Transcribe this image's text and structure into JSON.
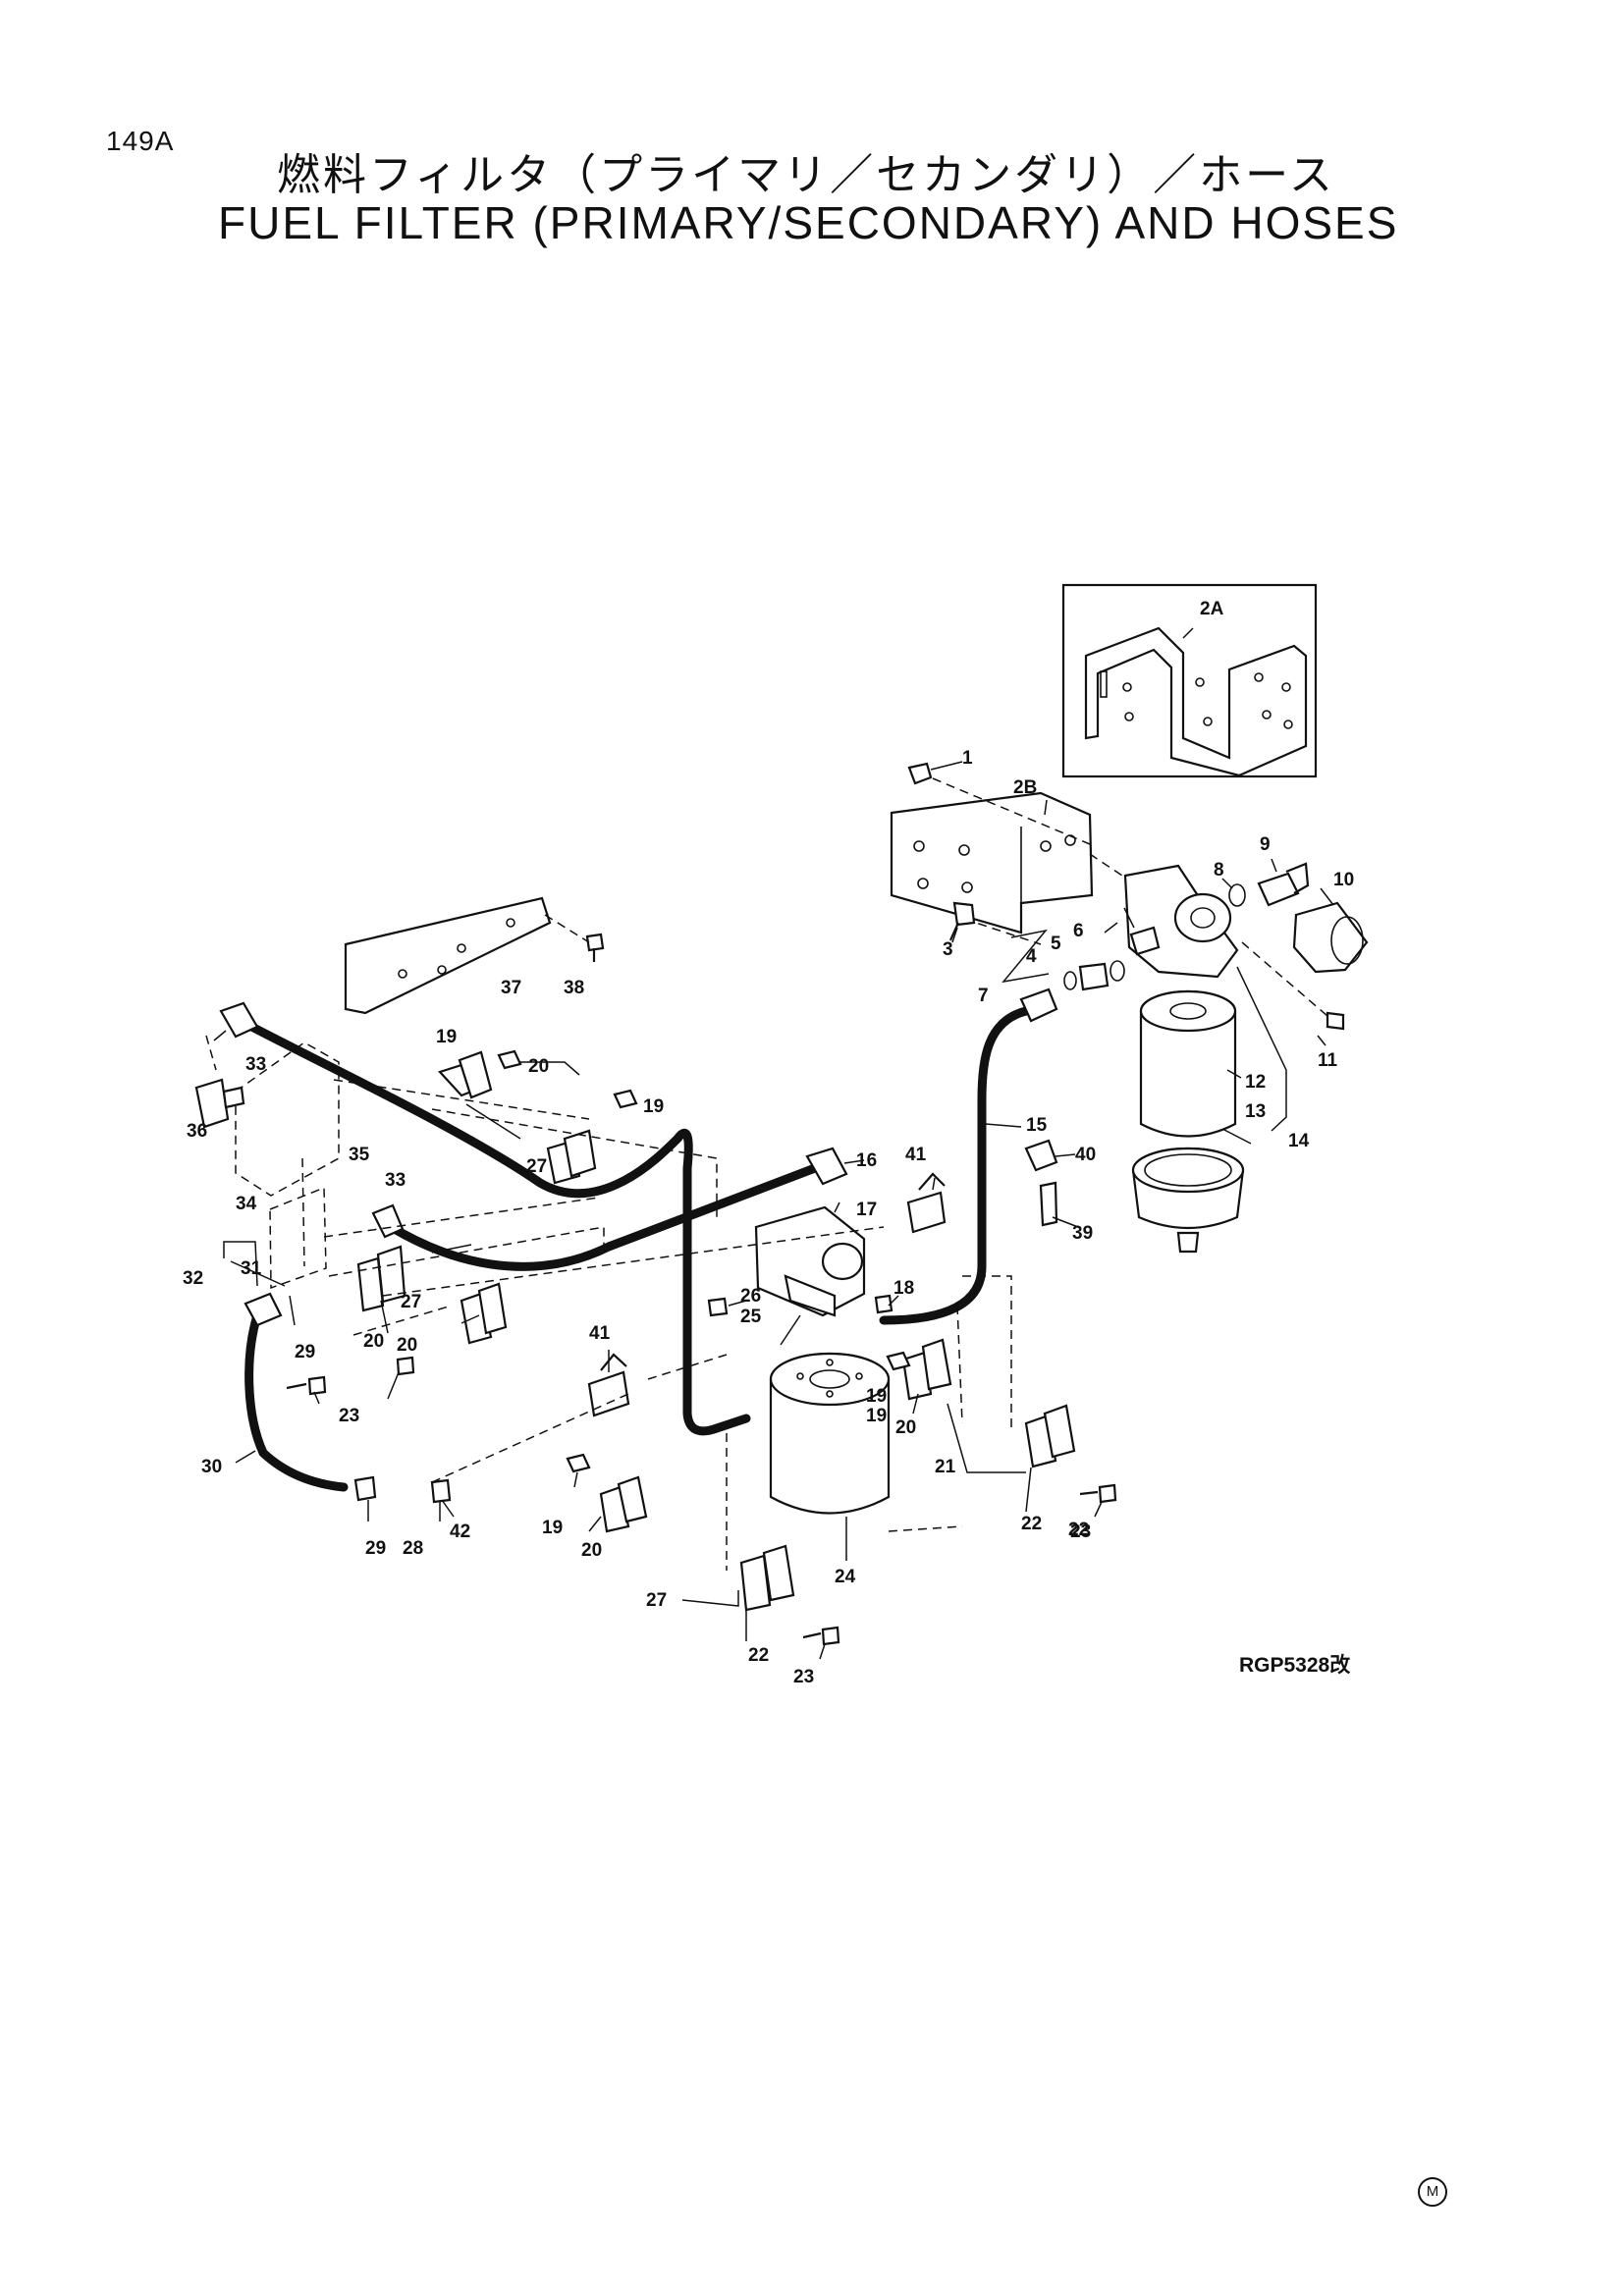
{
  "page_number": "149A",
  "title_jp": "燃料フィルタ（プライマリ／セカンダリ）／ホース",
  "title_en": "FUEL FILTER (PRIMARY/SECONDARY) AND HOSES",
  "drawing_ref": "RGP5328改",
  "corner_mark": "M",
  "callouts": [
    "1",
    "2A",
    "2B",
    "3",
    "4",
    "5",
    "6",
    "7",
    "8",
    "9",
    "10",
    "11",
    "12",
    "13",
    "14",
    "15",
    "16",
    "17",
    "18",
    "19",
    "19",
    "19",
    "19",
    "19",
    "20",
    "20",
    "20",
    "20",
    "20",
    "21",
    "22",
    "22",
    "22",
    "23",
    "23",
    "23",
    "24",
    "25",
    "26",
    "27",
    "27",
    "27",
    "28",
    "29",
    "29",
    "30",
    "31",
    "32",
    "33",
    "33",
    "34",
    "35",
    "36",
    "37",
    "38",
    "39",
    "40",
    "41",
    "41",
    "42"
  ]
}
